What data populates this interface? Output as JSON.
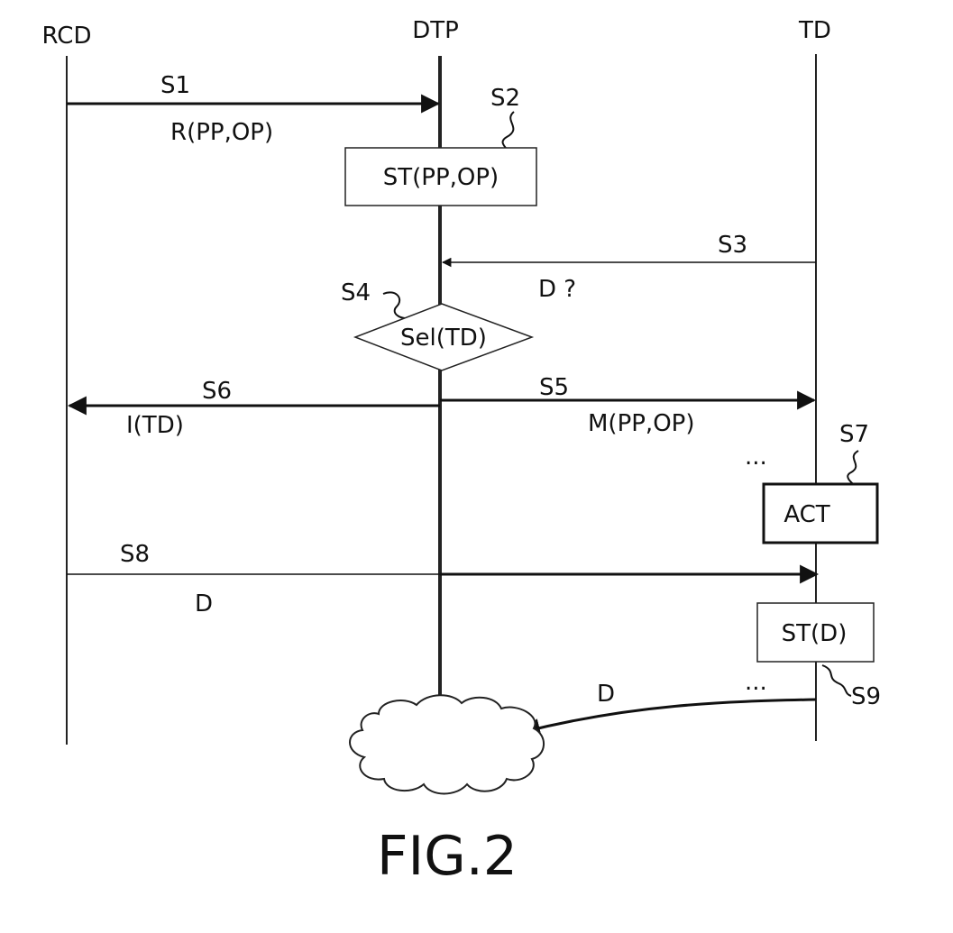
{
  "lifelines": {
    "rcd": "RCD",
    "dtp": "DTP",
    "td": "TD"
  },
  "steps": {
    "s1": {
      "label": "S1",
      "message": "R(PP,OP)"
    },
    "s2": {
      "label": "S2",
      "box": "ST(PP,OP)"
    },
    "s3": {
      "label": "S3",
      "message": "D ?"
    },
    "s4": {
      "label": "S4",
      "decision": "Sel(TD)"
    },
    "s5": {
      "label": "S5",
      "message": "M(PP,OP)"
    },
    "s6": {
      "label": "S6",
      "message": "I(TD)"
    },
    "s7": {
      "label": "S7",
      "box": "ACT",
      "ellipsis": "..."
    },
    "s8": {
      "label": "S8",
      "message": "D"
    },
    "s9": {
      "label": "S9",
      "box": "ST(D)",
      "message": "D",
      "ellipsis": "..."
    }
  },
  "figure_label": "FIG.2"
}
